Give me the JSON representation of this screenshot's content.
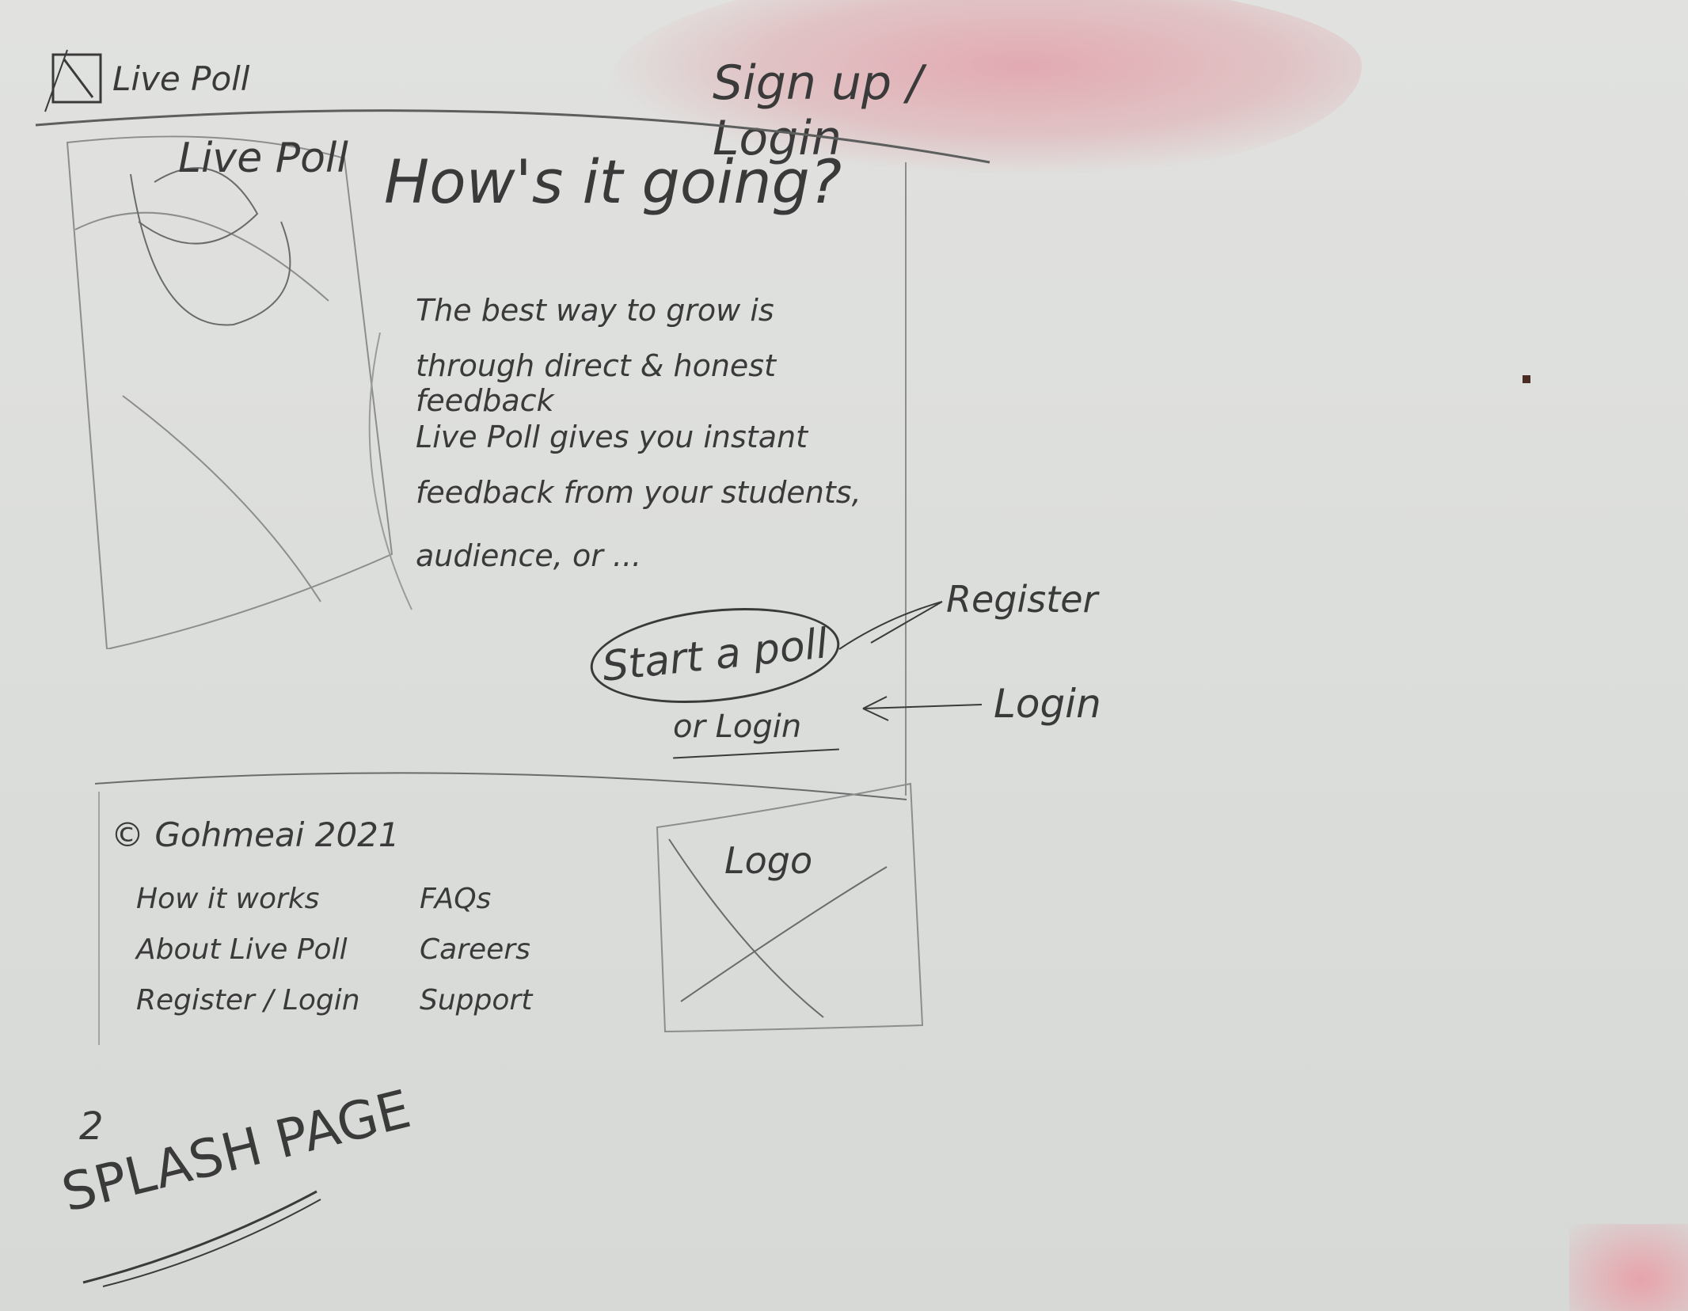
{
  "header": {
    "brand": "Live Poll",
    "signup_login": "Sign up / Login"
  },
  "hero": {
    "image_label": "Live Poll",
    "headline": "How's it going?",
    "body_lines": [
      "The best way to grow is",
      "through direct & honest feedback",
      "Live Poll gives you instant",
      "feedback from your students,",
      "audience, or ..."
    ],
    "cta_button": "Start a poll",
    "cta_secondary": "or Login",
    "annotation_register": "Register",
    "annotation_login": "Login"
  },
  "footer": {
    "copyright": "© Gohmeai 2021",
    "links_col1": [
      "How it works",
      "About Live Poll",
      "Register / Login"
    ],
    "links_col2": [
      "FAQs",
      "Careers",
      "Support"
    ],
    "logo_label": "Logo"
  },
  "page_note": {
    "number": "2",
    "title": "SPLASH PAGE"
  },
  "colors": {
    "paper": "#dcdedc",
    "pencil": "#3a3a3a",
    "stain": "#e2a0aa"
  }
}
